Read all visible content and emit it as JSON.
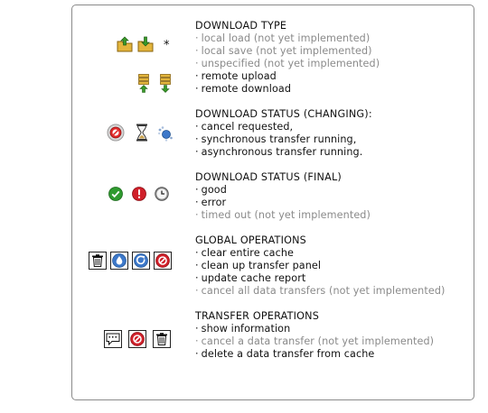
{
  "sections": [
    {
      "heading": "DOWNLOAD TYPE",
      "items": [
        {
          "text": "local load  (not yet implemented)",
          "active": false
        },
        {
          "text": "local save  (not yet implemented)",
          "active": false
        },
        {
          "text": "unspecified  (not yet implemented)",
          "active": false
        },
        {
          "text": "remote upload",
          "active": true
        },
        {
          "text": "remote download",
          "active": true
        }
      ]
    },
    {
      "heading": "DOWNLOAD STATUS (CHANGING):",
      "items": [
        {
          "text": "cancel requested,",
          "active": true
        },
        {
          "text": "synchronous transfer running,",
          "active": true
        },
        {
          "text": "asynchronous transfer running.",
          "active": true
        }
      ]
    },
    {
      "heading": "DOWNLOAD STATUS (FINAL)",
      "items": [
        {
          "text": "good",
          "active": true
        },
        {
          "text": "error",
          "active": true
        },
        {
          "text": "timed out (not yet implemented)",
          "active": false
        }
      ]
    },
    {
      "heading": "GLOBAL OPERATIONS",
      "items": [
        {
          "text": "clear entire cache",
          "active": true
        },
        {
          "text": "clean up transfer panel",
          "active": true
        },
        {
          "text": "update cache report",
          "active": true
        },
        {
          "text": "cancel all data transfers (not yet implemented)",
          "active": false
        }
      ]
    },
    {
      "heading": "TRANSFER OPERATIONS",
      "items": [
        {
          "text": "show information",
          "active": true
        },
        {
          "text": "cancel a data transfer (not yet implemented)",
          "active": false
        },
        {
          "text": "delete a data transfer from cache",
          "active": true
        }
      ]
    }
  ],
  "bullet": "·",
  "unspecified_symbol": "*",
  "icons": {
    "download_type": [
      "folder-upload-icon",
      "folder-download-icon",
      "asterisk-icon",
      "remote-upload-icon",
      "remote-download-icon"
    ],
    "status_changing": [
      "cancel-requested-icon",
      "hourglass-icon",
      "async-running-icon"
    ],
    "status_final": [
      "checkmark-icon",
      "error-icon",
      "clock-icon"
    ],
    "global_operations": [
      "trash-icon",
      "cleanup-drop-icon",
      "refresh-icon",
      "cancel-icon"
    ],
    "transfer_operations": [
      "info-speech-bubble-icon",
      "cancel-icon",
      "trash-icon"
    ]
  },
  "colors": {
    "active_text": "#111111",
    "inactive_text": "#8a8a8a",
    "good": "#2f9a2f",
    "error": "#d0202a",
    "accent_blue": "#3d78c9"
  }
}
